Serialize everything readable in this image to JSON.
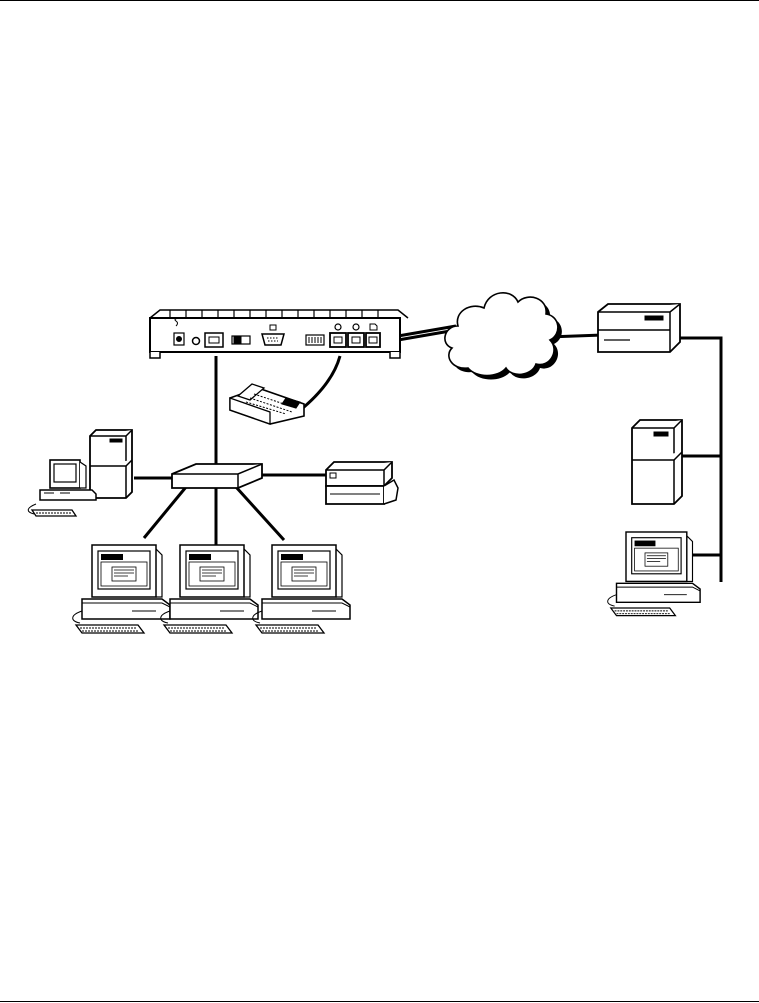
{
  "page": {
    "top_rule": true,
    "bottom_rule": true
  },
  "diagram": {
    "type": "network-topology",
    "line_color": "#000000",
    "fill_color": "#ffffff",
    "nodes": [
      {
        "id": "router",
        "icon": "router-icon"
      },
      {
        "id": "telephone",
        "icon": "telephone-icon"
      },
      {
        "id": "internet-cloud",
        "icon": "cloud-icon"
      },
      {
        "id": "isp-router",
        "icon": "isp-router-icon"
      },
      {
        "id": "isp-server",
        "icon": "server-tower-icon"
      },
      {
        "id": "isp-workstation",
        "icon": "workstation-icon"
      },
      {
        "id": "lan-hub",
        "icon": "hub-icon"
      },
      {
        "id": "lan-server-pc",
        "icon": "server-pc-icon"
      },
      {
        "id": "lan-printer",
        "icon": "printer-icon"
      },
      {
        "id": "lan-workstation-1",
        "icon": "workstation-icon"
      },
      {
        "id": "lan-workstation-2",
        "icon": "workstation-icon"
      },
      {
        "id": "lan-workstation-3",
        "icon": "workstation-icon"
      }
    ],
    "links": [
      {
        "from": "router",
        "to": "internet-cloud"
      },
      {
        "from": "internet-cloud",
        "to": "isp-router"
      },
      {
        "from": "router",
        "to": "telephone"
      },
      {
        "from": "router",
        "to": "lan-hub"
      },
      {
        "from": "lan-hub",
        "to": "lan-server-pc"
      },
      {
        "from": "lan-hub",
        "to": "lan-printer"
      },
      {
        "from": "lan-hub",
        "to": "lan-workstation-1"
      },
      {
        "from": "lan-hub",
        "to": "lan-workstation-2"
      },
      {
        "from": "lan-hub",
        "to": "lan-workstation-3"
      },
      {
        "from": "isp-router",
        "to": "isp-server"
      },
      {
        "from": "isp-router",
        "to": "isp-workstation"
      }
    ]
  }
}
